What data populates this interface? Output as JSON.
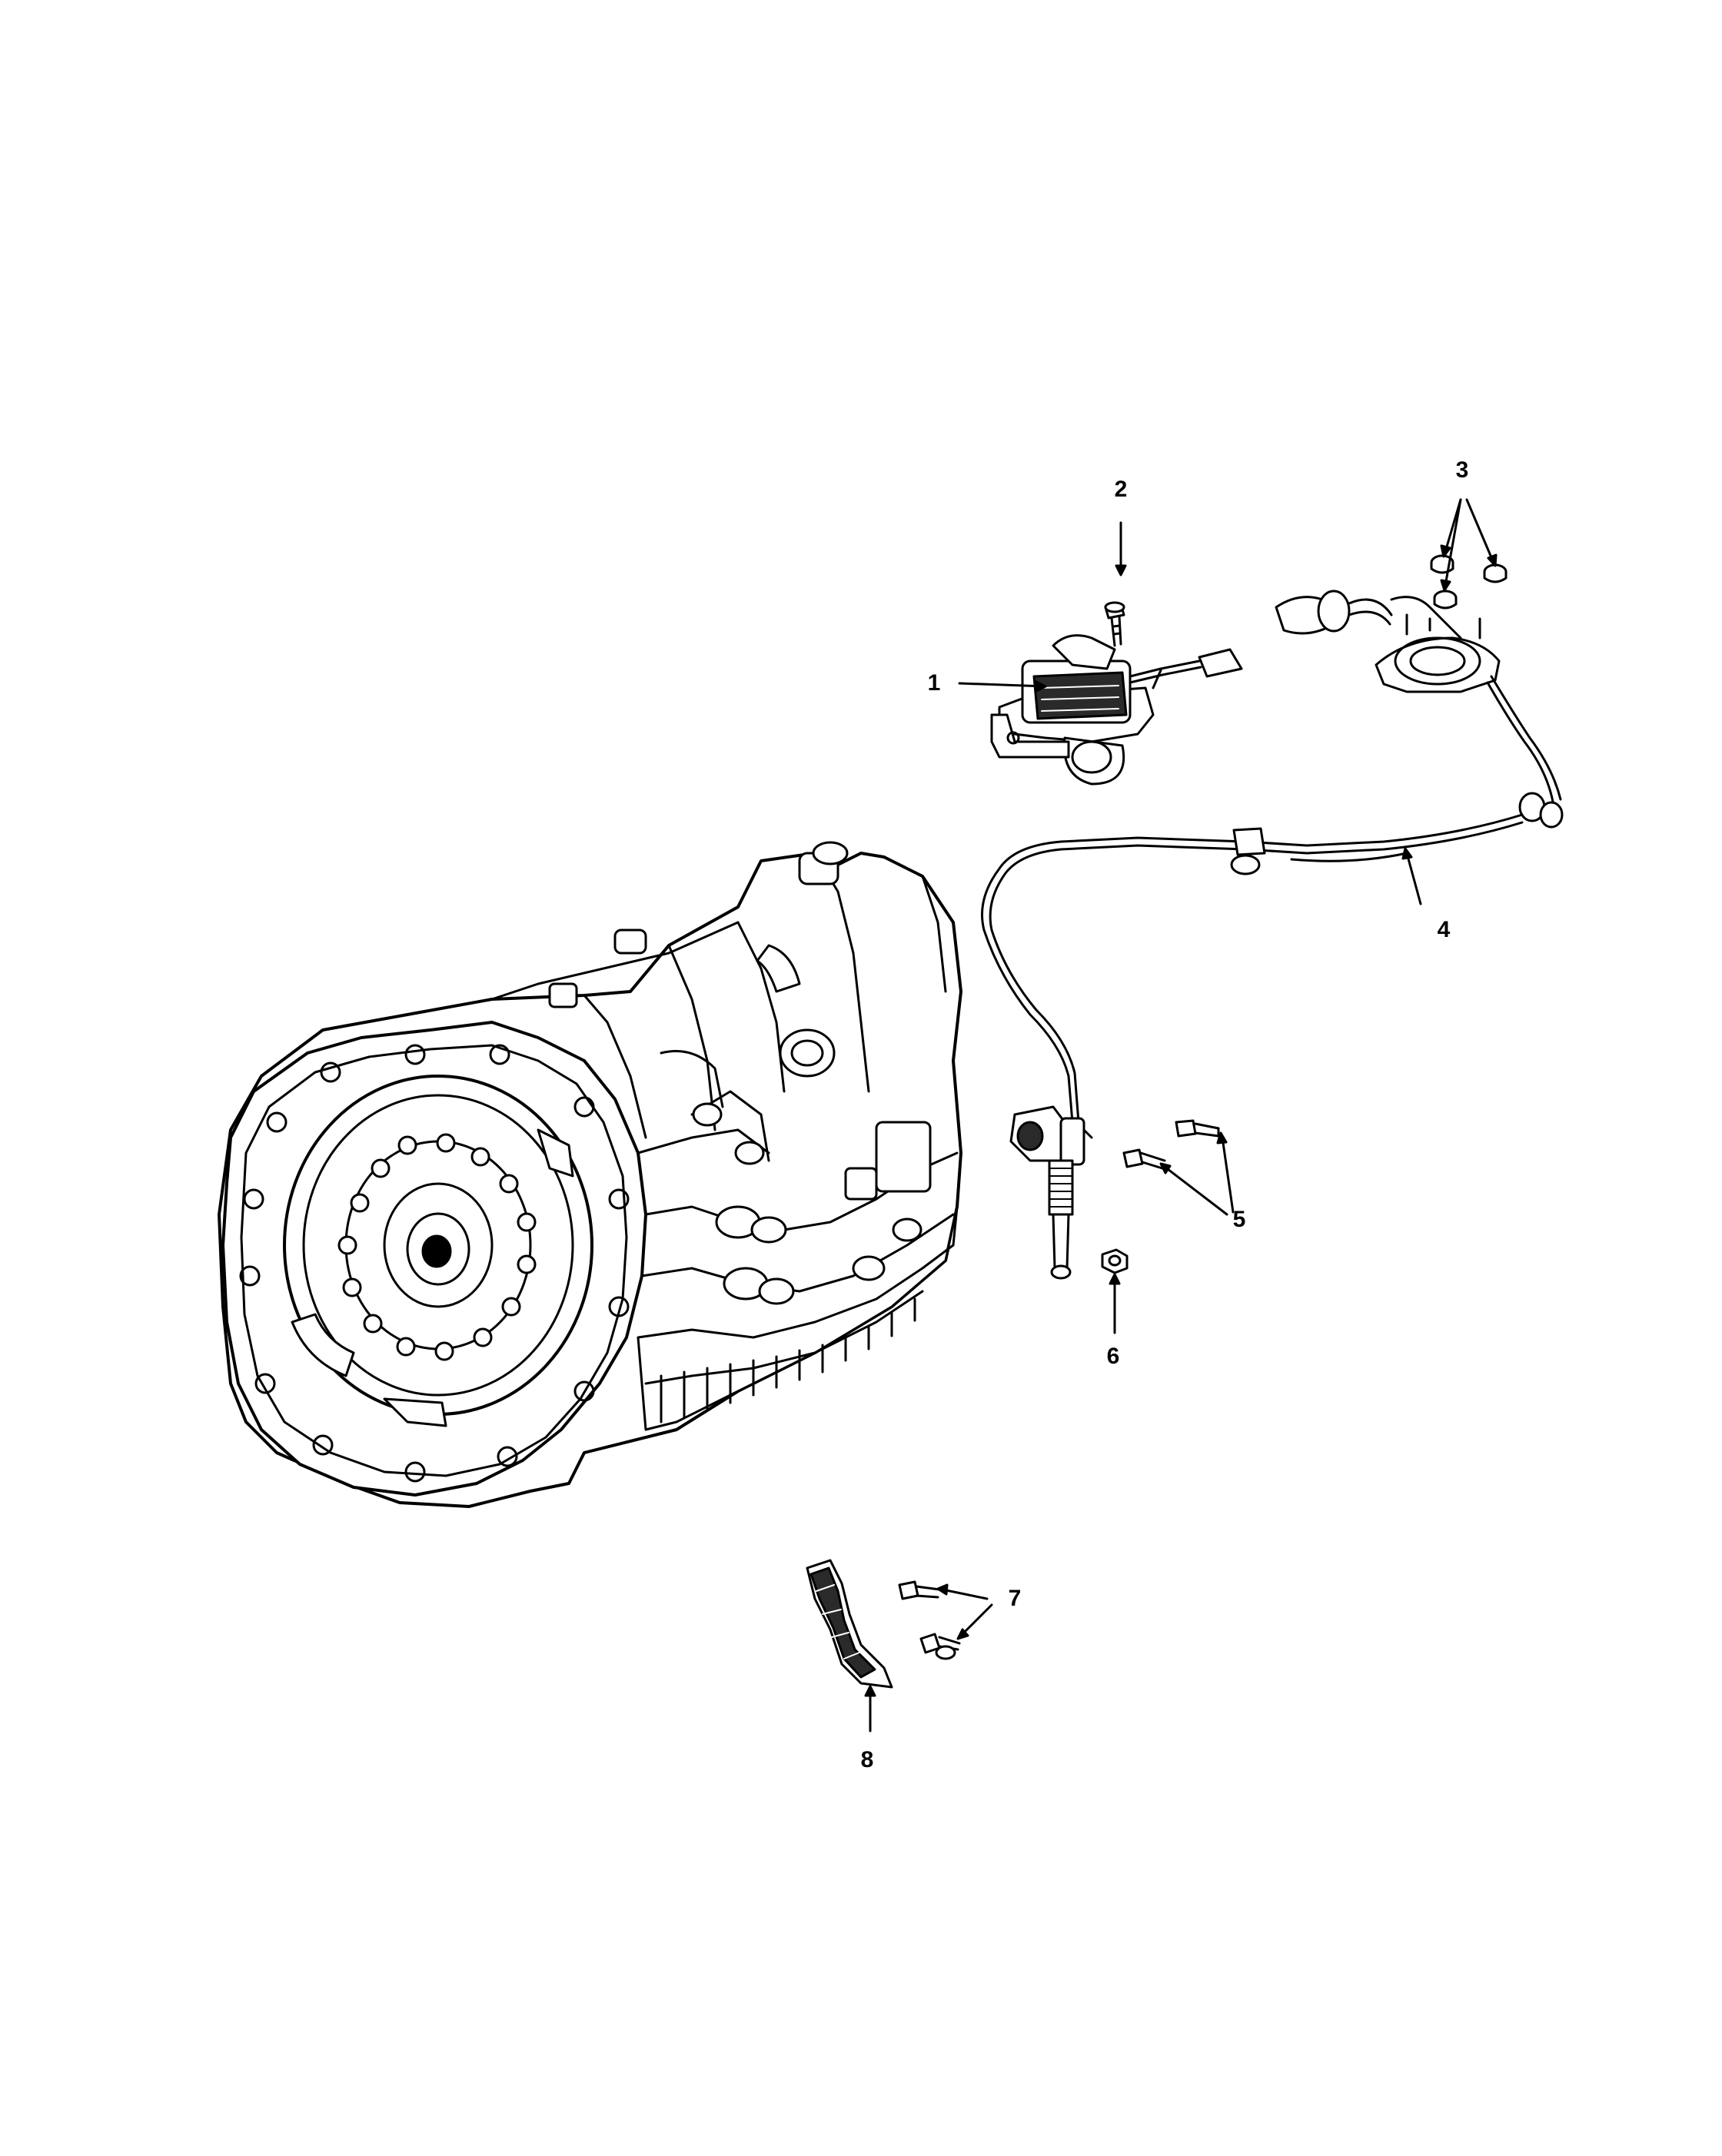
{
  "callouts": [
    {
      "id": 1,
      "label": "1"
    },
    {
      "id": 2,
      "label": "2"
    },
    {
      "id": 3,
      "label": "3"
    },
    {
      "id": 4,
      "label": "4"
    },
    {
      "id": 5,
      "label": "5"
    },
    {
      "id": 6,
      "label": "6"
    },
    {
      "id": 7,
      "label": "7"
    },
    {
      "id": 8,
      "label": "8"
    }
  ],
  "colors": {
    "line": "#000000",
    "fill": "#ffffff",
    "shade": "#2a2a2a"
  }
}
